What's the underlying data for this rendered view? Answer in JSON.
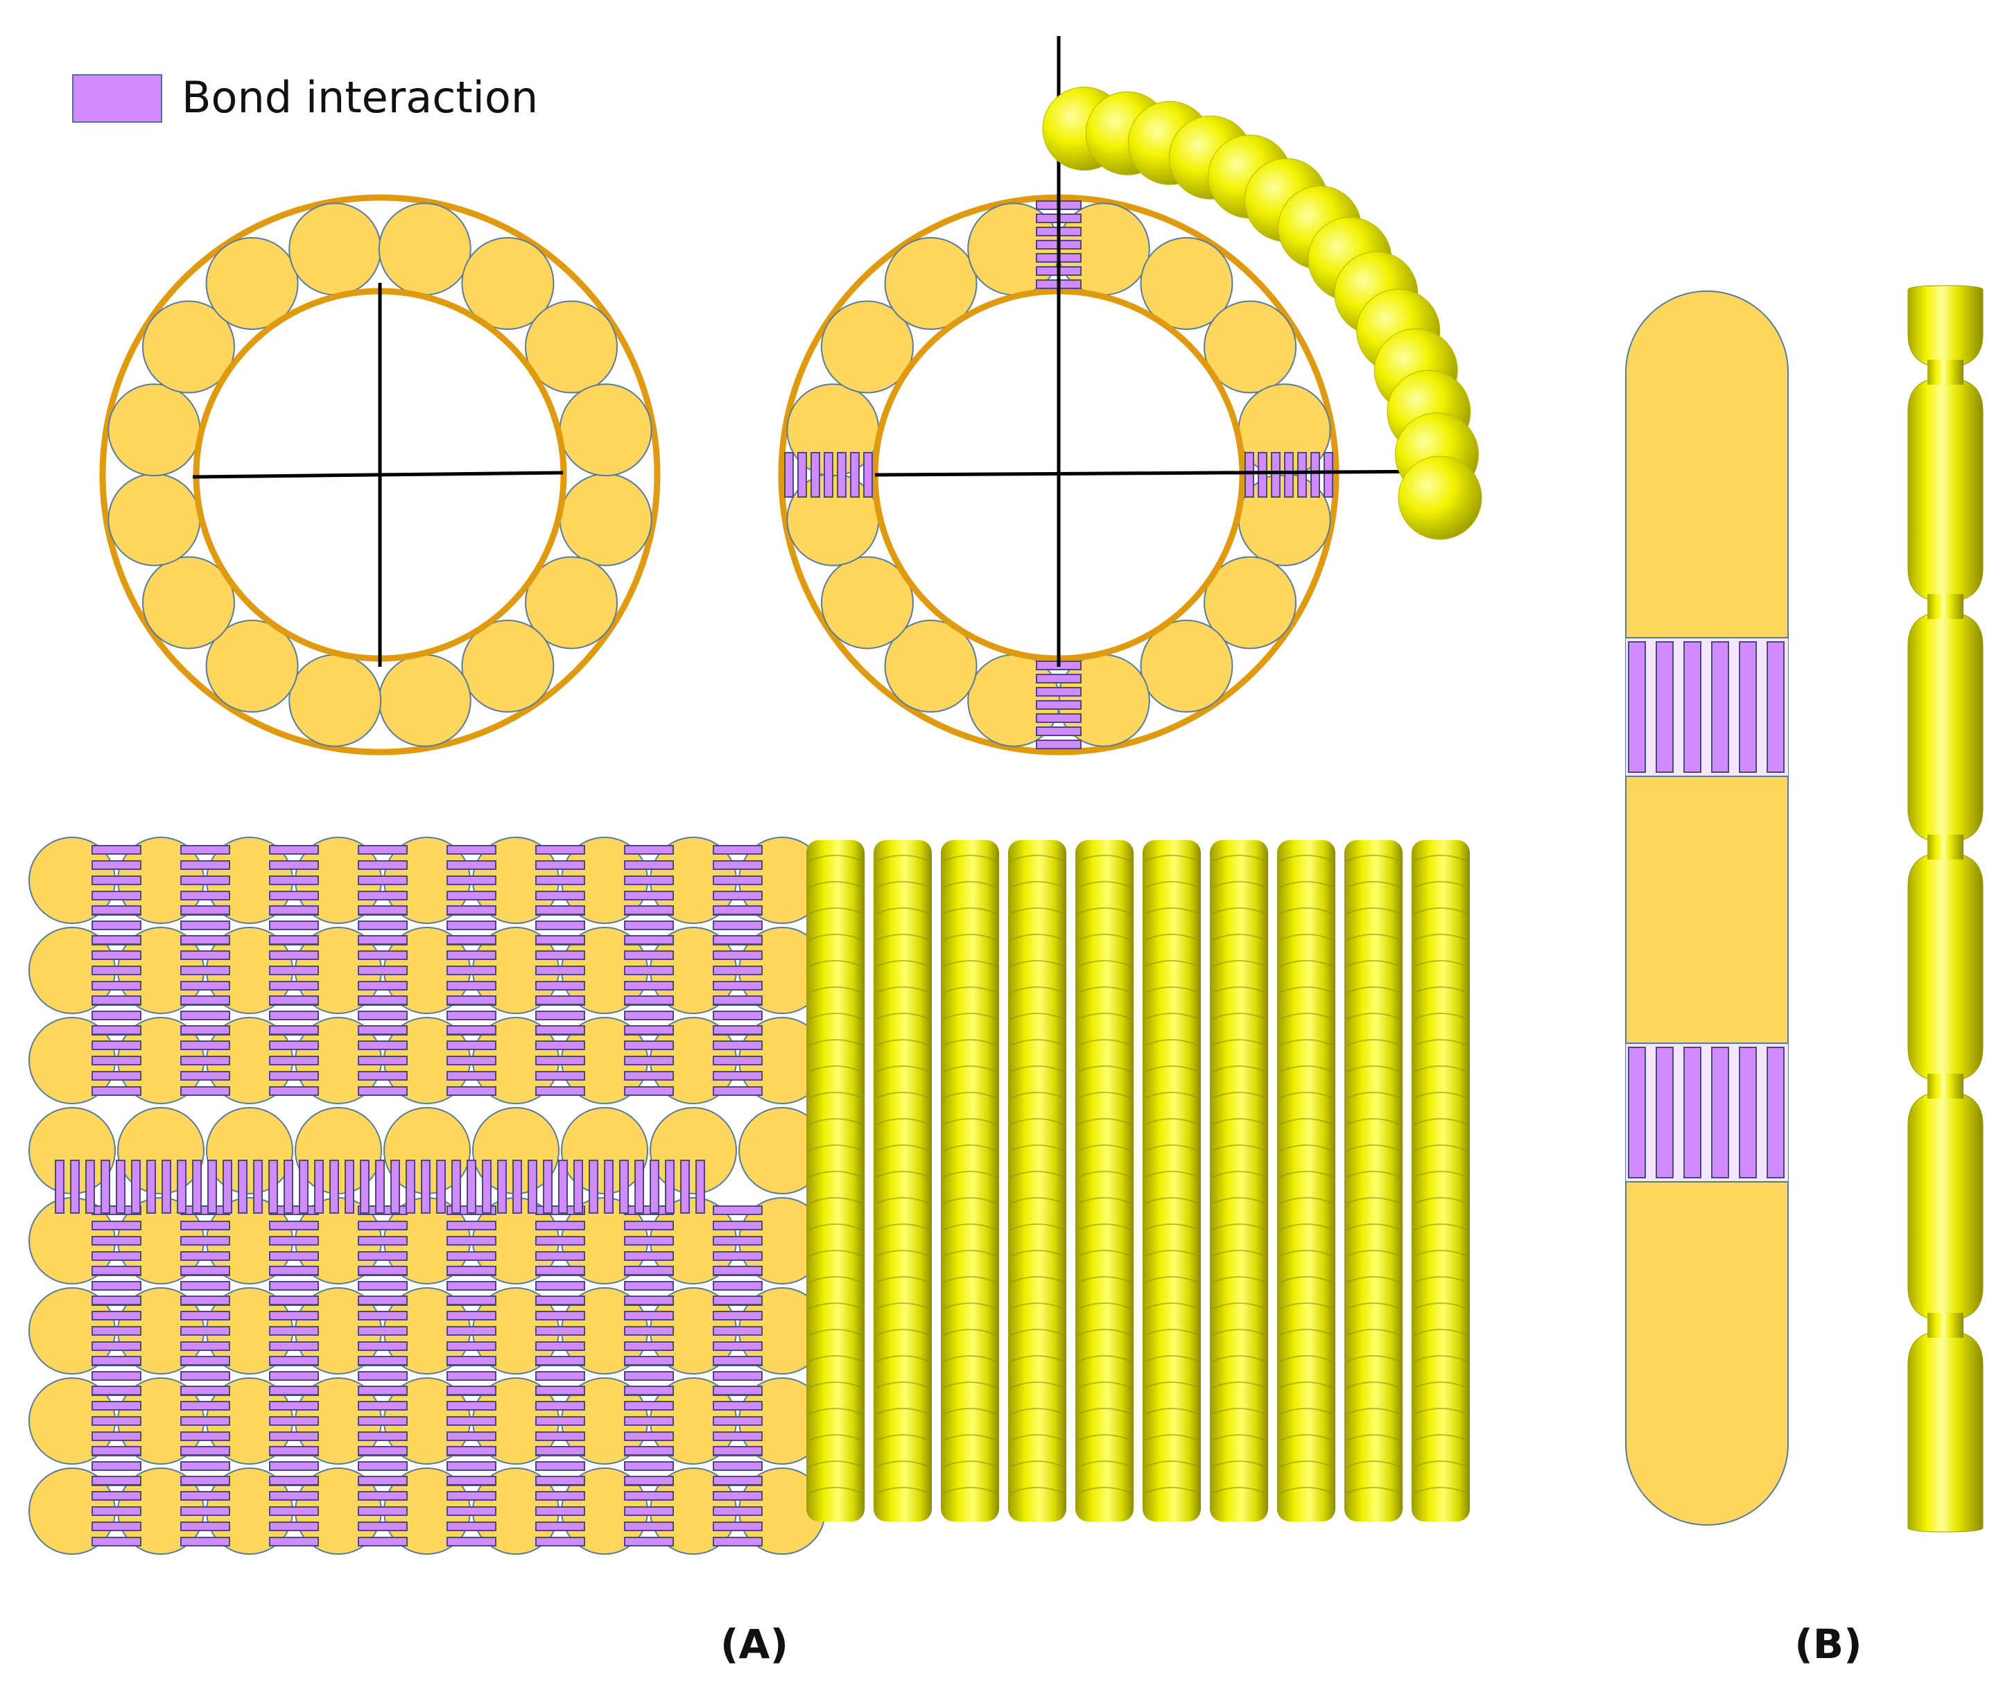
{
  "legend": {
    "label": "Bond interaction",
    "swatch_color": "#D08CFF"
  },
  "panels": {
    "a_label": "(A)",
    "b_label": "(B)"
  },
  "colors": {
    "particle_fill": "#FFD75E",
    "particle_stroke": "#5A7A9A",
    "ring_stroke": "#E09A10",
    "bond_fill": "#D08CFF",
    "bond_stroke": "#4A4A7A",
    "sphere_light": "#FFFF66",
    "sphere_mid": "#F0F000",
    "sphere_dark": "#9A9A00",
    "axis": "#000000"
  }
}
